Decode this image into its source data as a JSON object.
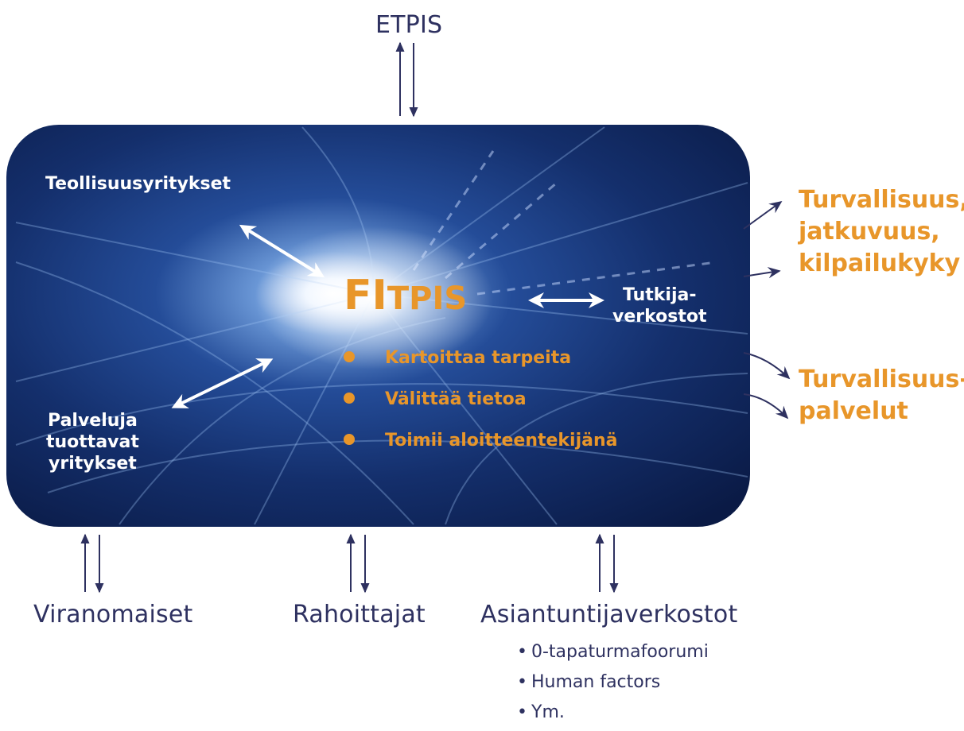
{
  "top_label": "ETPIS",
  "panel": {
    "brand_prefix": "FI",
    "brand_suffix": "TPIS",
    "left_top": "Teollisuusyritykset",
    "left_bottom_lines": [
      "Palveluja",
      "tuottavat",
      "yritykset"
    ],
    "right_lines": [
      "Tutkija-",
      "verkostot"
    ],
    "bullets": [
      "Kartoittaa tarpeita",
      "Välittää tietoa",
      "Toimii aloitteentekijänä"
    ]
  },
  "outcomes": {
    "first_lines": [
      "Turvallisuus,",
      "jatkuvuus,",
      "kilpailukyky"
    ],
    "second_lines": [
      "Turvallisuus-",
      "palvelut"
    ]
  },
  "bottom": {
    "left": "Viranomaiset",
    "center": "Rahoittajat",
    "right": "Asiantuntijaverkostot",
    "sub_items": [
      "0-tapaturmafoorumi",
      "Human factors",
      "Ym."
    ]
  },
  "colors": {
    "panel_dark": "#0b1a44",
    "panel_mid": "#1d3f86",
    "orange": "#e8962a",
    "outer_text": "#2e3160"
  }
}
